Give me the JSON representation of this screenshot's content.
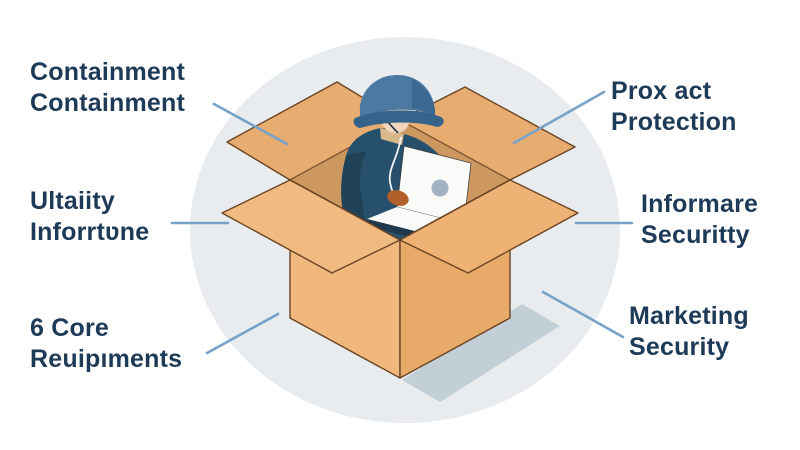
{
  "labels": [
    {
      "id": "containment",
      "position": "top-left",
      "lines": [
        "Containment",
        "Containment"
      ]
    },
    {
      "id": "utility-information",
      "position": "middle-left",
      "lines": [
        "Ultaiity",
        "Inforrtʋne"
      ]
    },
    {
      "id": "core-requirements",
      "position": "bottom-left",
      "lines": [
        "6 Core",
        "Reuipıments"
      ]
    },
    {
      "id": "proactive-protection",
      "position": "top-right",
      "lines": [
        "Prox act",
        "Protection"
      ]
    },
    {
      "id": "information-security",
      "position": "middle-right",
      "lines": [
        "Informare",
        "Securitty"
      ]
    },
    {
      "id": "marketing-security",
      "position": "bottom-right",
      "lines": [
        "Marketing",
        "Security"
      ]
    }
  ],
  "illustration": {
    "subject": "worker-with-hard-hat-and-laptop-inside-open-cardboard-box",
    "parts": [
      "background-circle",
      "open-cardboard-box",
      "hard-hat",
      "laptop",
      "earphone-wire",
      "glove"
    ]
  },
  "colors": {
    "background": "#ffffff",
    "circle": "#e8ecef",
    "text": "#1d3a57",
    "connector": "#76a2c8",
    "shadow": "#c3cfd7",
    "box_face_left": "#f0b87c",
    "box_face_right": "#e7aa69",
    "box_flap_front_left": "#f0ba80",
    "box_flap_front_right": "#eeb275",
    "box_flap_back": "#e6ac70",
    "box_interior": "#cd9760",
    "box_interior_shade": "#bb8750",
    "hat": "#4b79a2",
    "hat_dark": "#35638b",
    "hat_panel": "#3a6890",
    "skin": "#f1d5ba",
    "sweater": "#27506d",
    "sweater_dark": "#1f4257",
    "collar": "#d9b98c",
    "glove": "#b06028",
    "laptop_body": "#fafaf8",
    "laptop_logo": "#9fb3c2",
    "laptop_edge": "#20384e",
    "wire": "#f5f5f5"
  }
}
